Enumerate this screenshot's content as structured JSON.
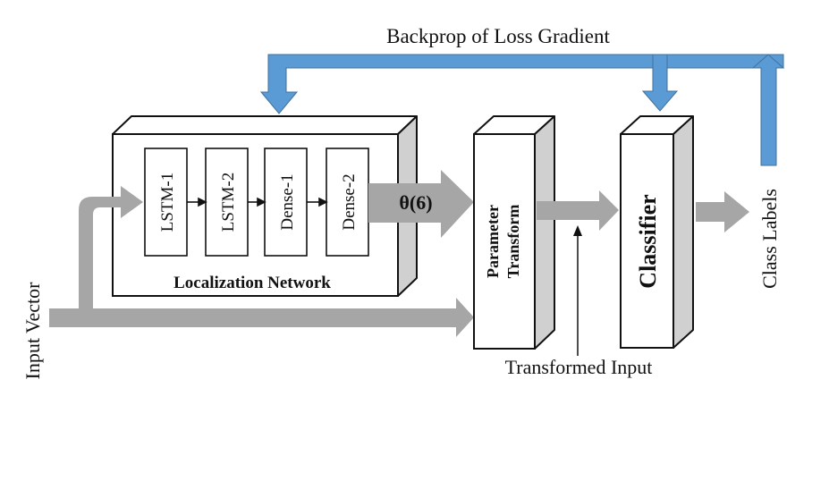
{
  "diagram": {
    "title_feedback": "Backprop of Loss Gradient",
    "input_label": "Input Vector",
    "localization": {
      "title": "Localization Network",
      "layers": [
        "LSTM-1",
        "LSTM-2",
        "Dense-1",
        "Dense-2"
      ],
      "output_label": "θ(6)"
    },
    "parameter_transform": {
      "line1": "Parameter",
      "line2": "Transform"
    },
    "transformed_input_label": "Transformed Input",
    "classifier": {
      "label": "Classifier"
    },
    "output_label": "Class Labels",
    "colors": {
      "feedback_arrow": "#5b9bd5",
      "feedback_arrow_border": "#41719c",
      "data_arrow": "#a6a6a6",
      "box_side": "#d0d0d0"
    }
  }
}
